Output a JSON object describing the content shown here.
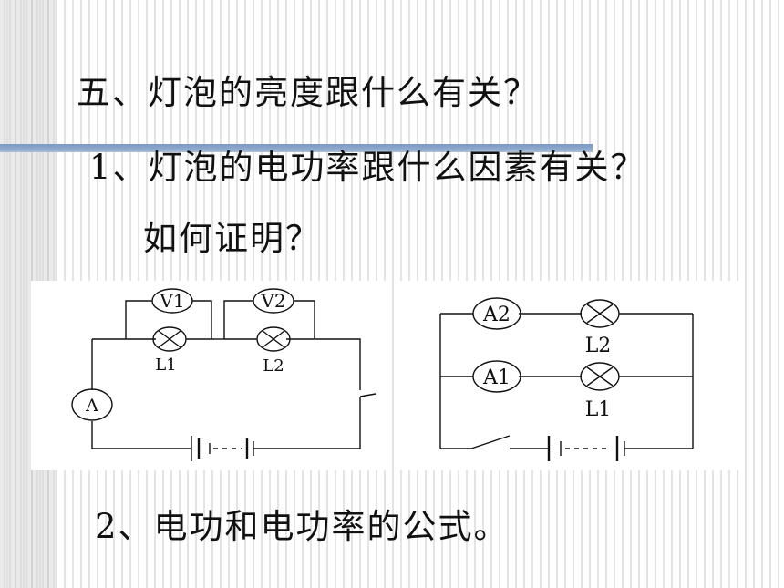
{
  "slide": {
    "heading": "五、灯泡的亮度跟什么有关？",
    "sub1_line1": "1、灯泡的电功率跟什么因素有关？",
    "sub1_line2": "如何证明？",
    "item2": "2、电功和电功率的公式。"
  },
  "circuit_series": {
    "voltmeter_1": "V1",
    "voltmeter_2": "V2",
    "ammeter": "A",
    "lamp_1": "L1",
    "lamp_2": "L2"
  },
  "circuit_parallel": {
    "ammeter_1": "A1",
    "ammeter_2": "A2",
    "lamp_1": "L1",
    "lamp_2": "L2"
  },
  "colors": {
    "divider": "#8aa6cc",
    "wire": "#111111"
  }
}
